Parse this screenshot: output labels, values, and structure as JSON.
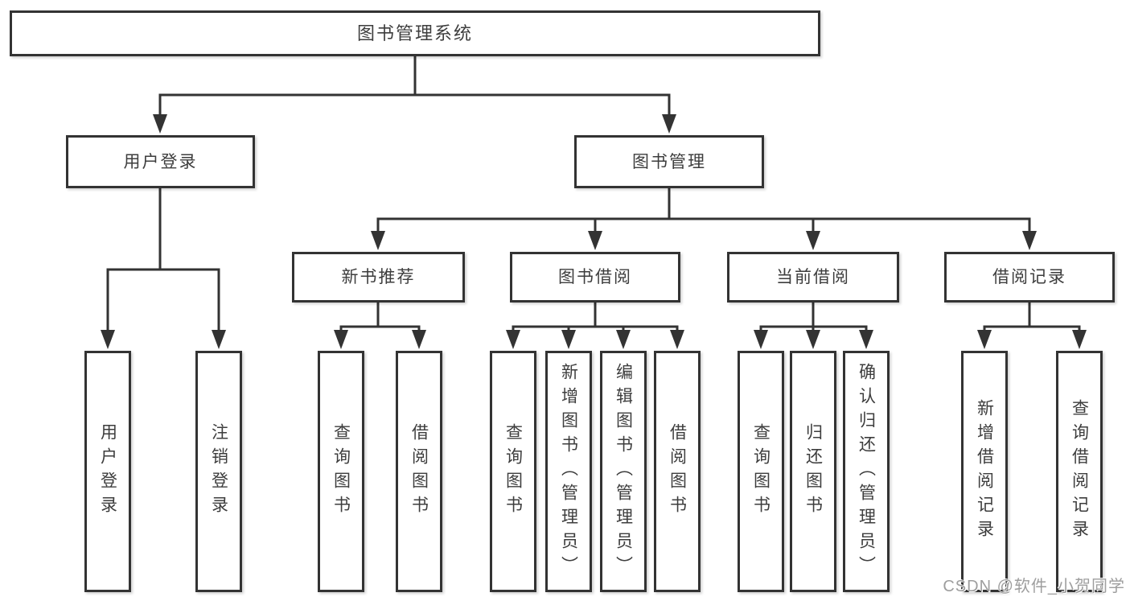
{
  "tree": {
    "label": "图书管理系统",
    "children": [
      {
        "label": "用户登录",
        "children": [
          {
            "label": "用户登录"
          },
          {
            "label": "注销登录"
          }
        ]
      },
      {
        "label": "图书管理",
        "children": [
          {
            "label": "新书推荐",
            "children": [
              {
                "label": "查询图书"
              },
              {
                "label": "借阅图书"
              }
            ]
          },
          {
            "label": "图书借阅",
            "children": [
              {
                "label": "查询图书"
              },
              {
                "label": "新增图书（管理员）"
              },
              {
                "label": "编辑图书（管理员）"
              },
              {
                "label": "借阅图书"
              }
            ]
          },
          {
            "label": "当前借阅",
            "children": [
              {
                "label": "查询图书"
              },
              {
                "label": "归还图书"
              },
              {
                "label": "确认归还（管理员）"
              }
            ]
          },
          {
            "label": "借阅记录",
            "children": [
              {
                "label": "新增借阅记录"
              },
              {
                "label": "查询借阅记录"
              }
            ]
          }
        ]
      }
    ]
  },
  "watermark": {
    "text": "CSDN @软件_小贺同学"
  },
  "colors": {
    "line": "#333333",
    "box_border": "#333333",
    "box_fill": "#ffffff",
    "text": "#3d3d3d",
    "watermark": "#969696",
    "background": "#ffffff"
  }
}
